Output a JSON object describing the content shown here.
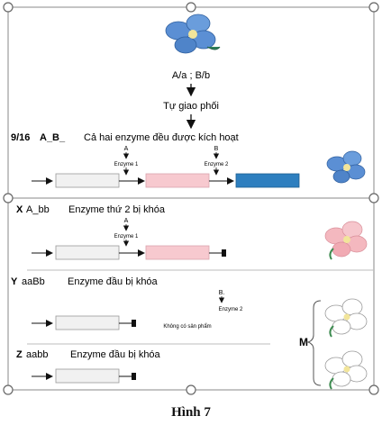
{
  "genotype": "A/a ; B/b",
  "cross_label": "Tự giao phối",
  "rows": [
    {
      "ratio": "9/16",
      "genotype": "A_B_",
      "description": "Cả hai enzyme đều được kích hoạt",
      "prefix": ""
    },
    {
      "ratio": "",
      "genotype": "A_bb",
      "description": "Enzyme thứ 2 bị khóa",
      "prefix": "X"
    },
    {
      "ratio": "",
      "genotype": "aaBb",
      "description": "Enzyme đầu bị khóa",
      "prefix": "Y"
    },
    {
      "ratio": "",
      "genotype": "aabb",
      "description": "Enzyme đầu bị khóa",
      "prefix": "Z"
    }
  ],
  "labels": {
    "A": "A",
    "B": "B",
    "B_dot": "B.",
    "enzyme1": "Enzyme 1",
    "enzyme2": "Enzyme 2",
    "no_product": "Không có sản phẩm",
    "M": "M"
  },
  "caption": "Hình 7",
  "colors": {
    "blue_product": "#2e7fbf",
    "pink_product": "#f7c9cf",
    "gray_substrate": "#f1f1f1",
    "blue_flower": "#5b8fd4",
    "pink_flower": "#f4b8bf",
    "white_flower": "#ffffff"
  },
  "icons": [
    "blue-flower-icon",
    "pink-flower-icon",
    "white-flower-icon"
  ]
}
